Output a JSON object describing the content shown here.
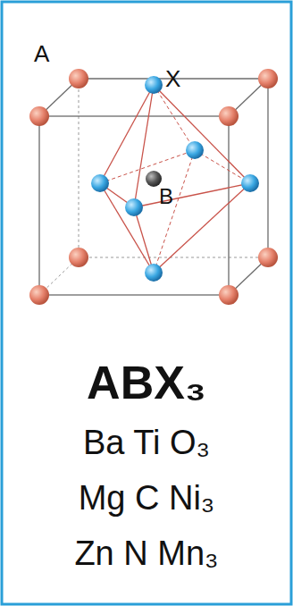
{
  "diagram": {
    "labels": [
      "A",
      "X",
      "B",
      "ABX₃",
      "Ba Ti O₃",
      "Mg C Ni₃",
      "Zn N Mn₃"
    ]
  }
}
